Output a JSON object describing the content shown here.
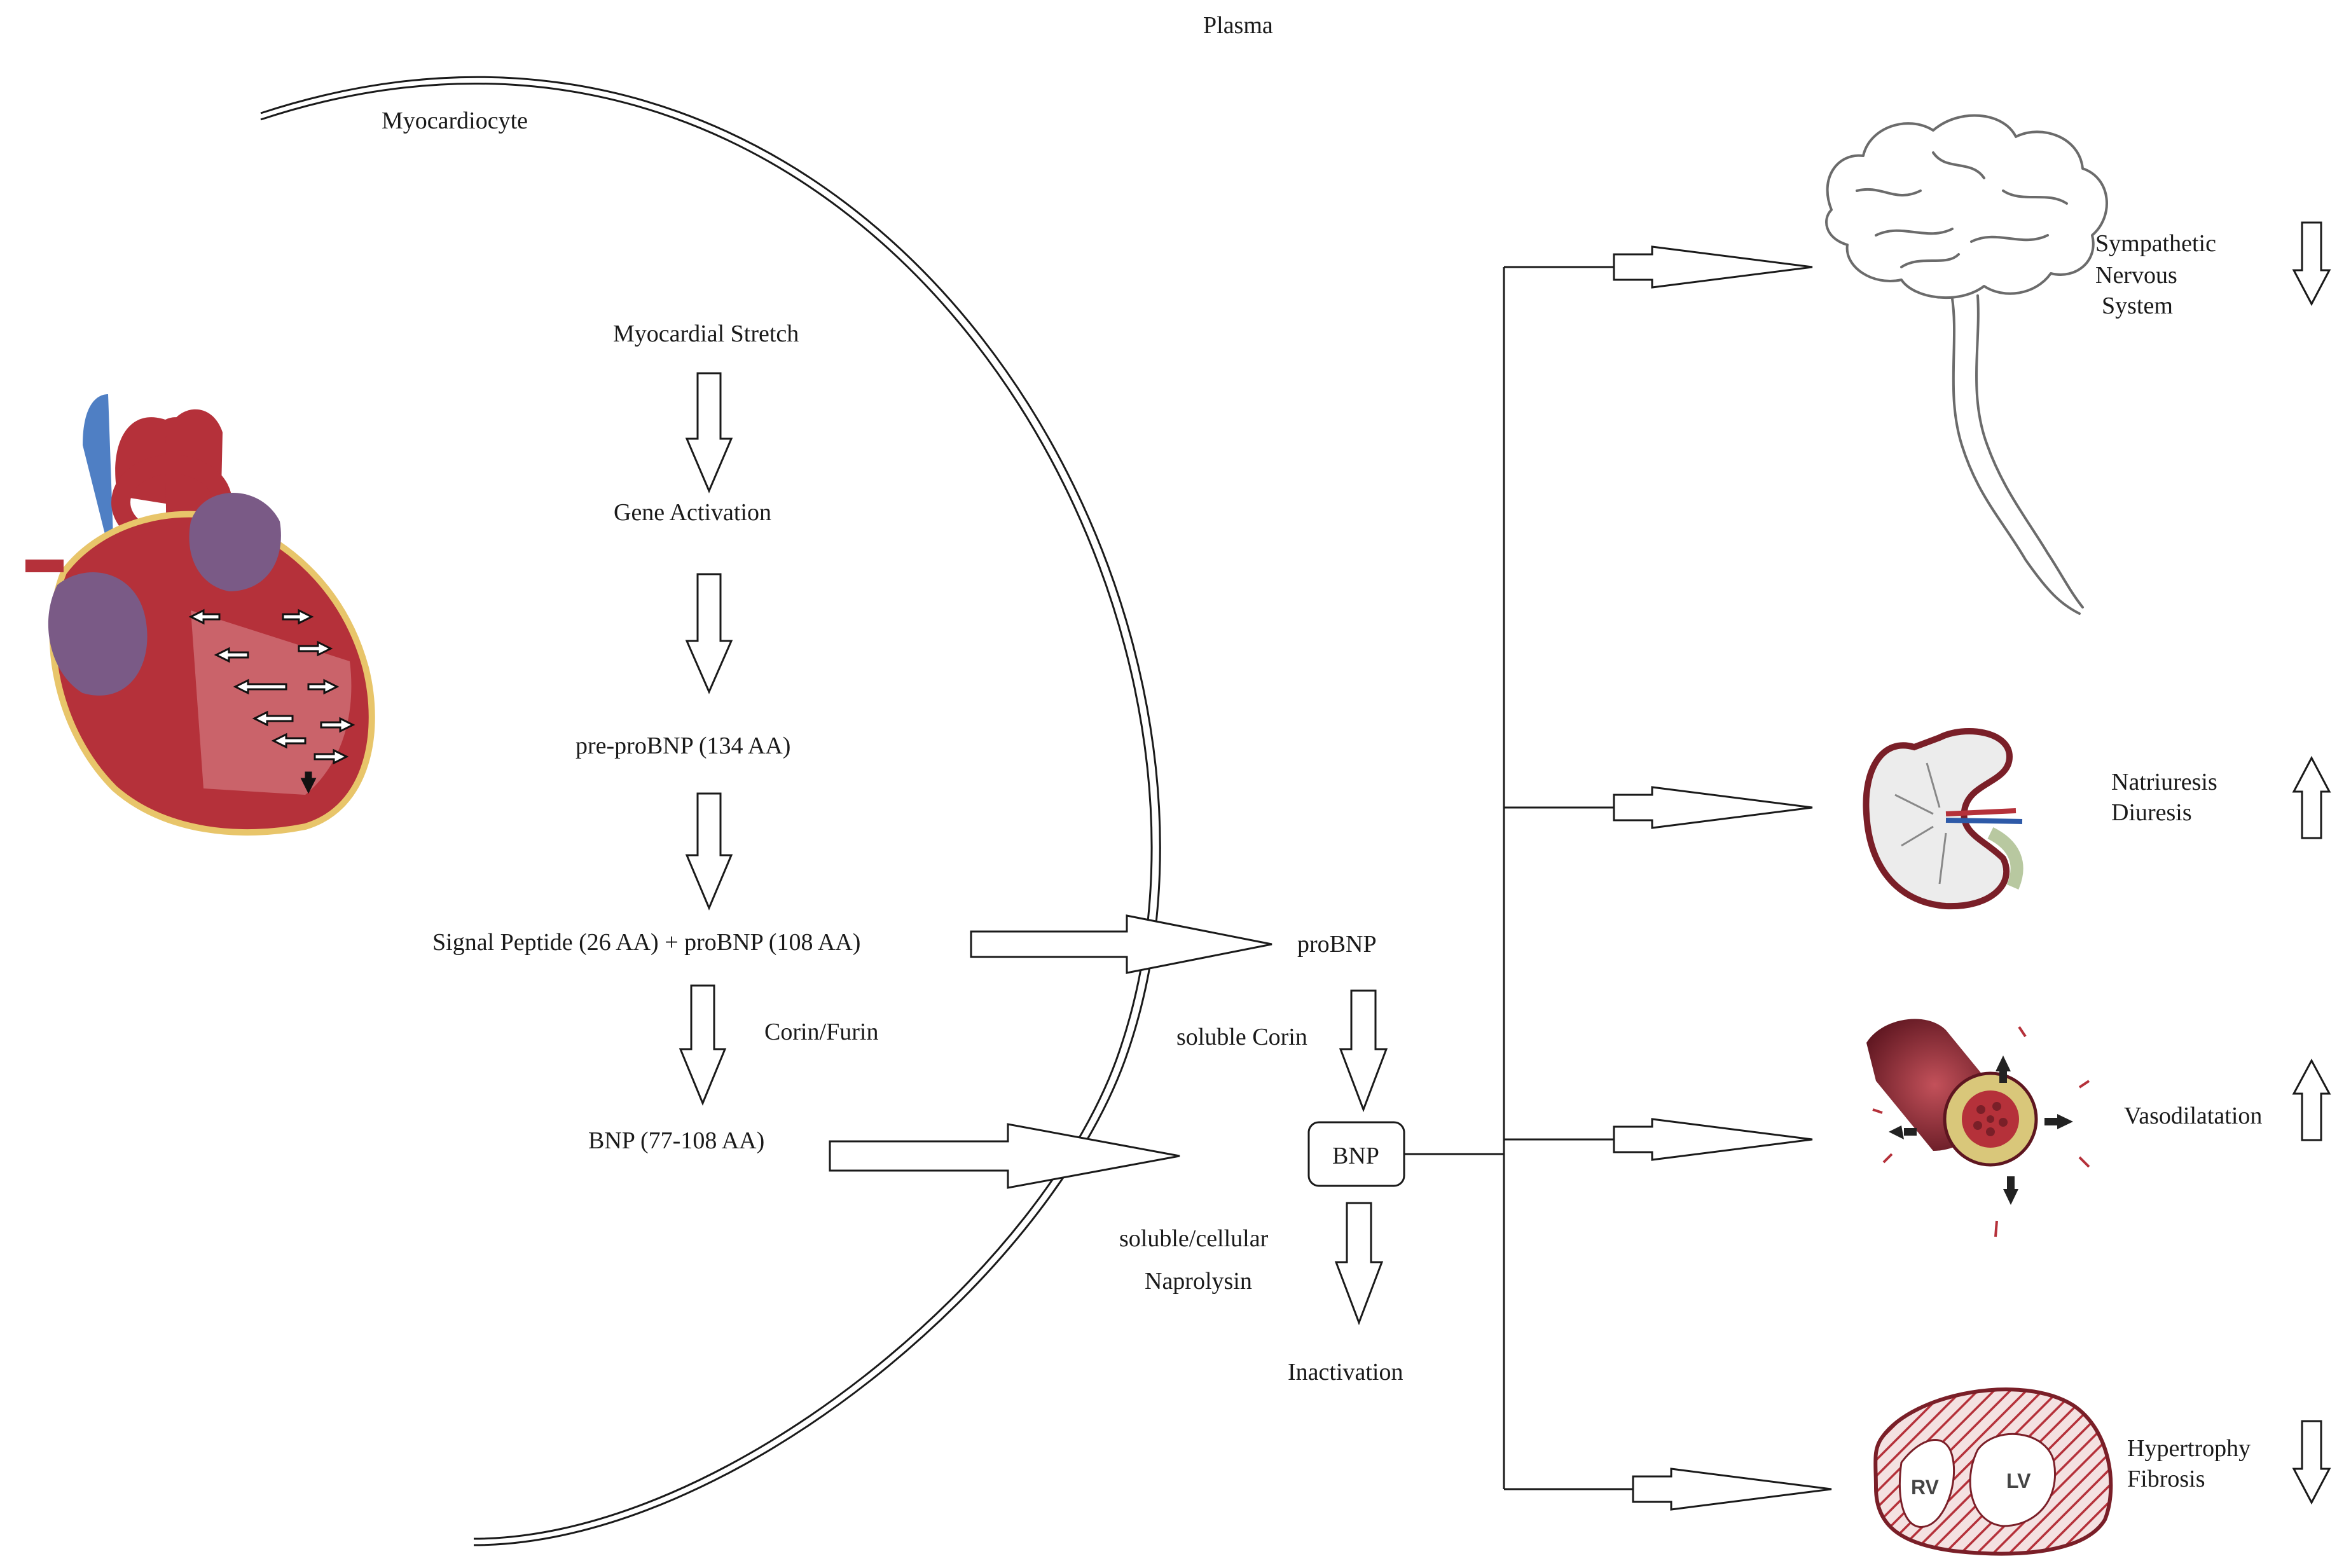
{
  "regions": {
    "plasma": "Plasma",
    "myocardiocyte": "Myocardiocyte"
  },
  "pathway": {
    "stretch": "Myocardial Stretch",
    "gene": "Gene Activation",
    "prepro": "pre-proBNP (134 AA)",
    "signal": "Signal Peptide (26 AA) + proBNP (108 AA)",
    "corin_furin": "Corin/Furin",
    "bnp_intracellular": "BNP (77-108 AA)"
  },
  "plasma_path": {
    "probnp": "proBNP",
    "soluble_corin": "soluble Corin",
    "bnp_box": "BNP",
    "neprilysin_line1": "soluble/cellular",
    "neprilysin_line2": "Naprolysin",
    "inactivation": "Inactivation"
  },
  "effects": [
    {
      "lines": [
        "Sympathetic",
        "Nervous",
        "System"
      ],
      "direction": "down",
      "organ": "brain-icon"
    },
    {
      "lines": [
        "Natriuresis",
        "Diuresis"
      ],
      "direction": "up",
      "organ": "kidney-icon"
    },
    {
      "lines": [
        "Vasodilatation"
      ],
      "direction": "up",
      "organ": "blood-vessel-icon"
    },
    {
      "lines": [
        "Hypertrophy",
        "Fibrosis"
      ],
      "direction": "down",
      "organ": "heart-cross-section-icon"
    }
  ],
  "heart_section": {
    "rv": "RV",
    "lv": "LV"
  },
  "colors": {
    "myocardium": "#b5313a",
    "myocardium_light": "#d9868a",
    "atrium_purple": "#7a5a86",
    "vein_blue": "#4f7fc4",
    "fat_yellow": "#e8c56a",
    "kidney_outline": "#7a1f28",
    "vessel_core": "#d9c77a"
  }
}
